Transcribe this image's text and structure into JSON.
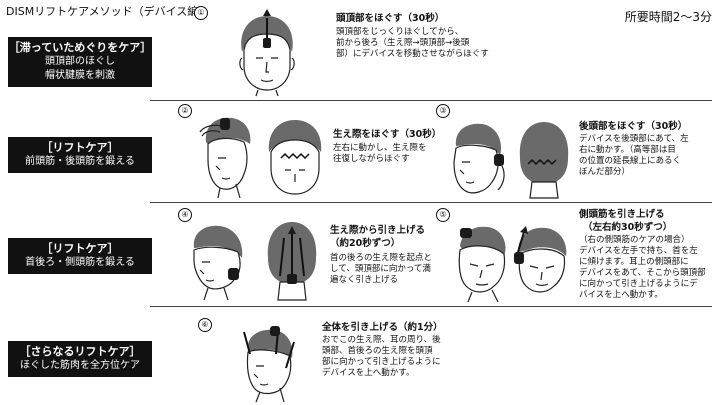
{
  "page_title": "DISMリフトケアメソッド（デバイス編）",
  "duration": "所要時間2〜3分",
  "categories": [
    {
      "title": "［滞っていためぐりをケア］",
      "desc": [
        "頭頂部のほぐし",
        "帽状腱膜を刺激"
      ]
    },
    {
      "title": "［リフトケア］",
      "desc": [
        "前頭筋・後頭筋を鍛える"
      ]
    },
    {
      "title": "［リフトケア］",
      "desc": [
        "首後ろ・側頭筋を鍛える"
      ]
    },
    {
      "title": "［さらなるリフトケア］",
      "desc": [
        "ほぐした筋肉を全方位ケア"
      ]
    }
  ],
  "steps": [
    {
      "num": "①",
      "title": "頭頂部をほぐす（30秒）",
      "desc": [
        "頭頂部をじっくりほぐしてから、",
        "前から後ろ（生え際→頭頂部→後頭",
        "部）にデバイスを移動させながらほぐす"
      ]
    },
    {
      "num": "②",
      "title": "生え際をほぐす（30秒）",
      "desc": [
        "左右に動かし、生え際を",
        "往復しながらほぐす"
      ]
    },
    {
      "num": "③",
      "title": "後頭部をほぐす（30秒）",
      "desc": [
        "デバイスを後頭部にあて、左",
        "右に動かす。（高等部は目",
        "の位置の延長線上にあるく",
        "ぼんだ部分）"
      ]
    },
    {
      "num": "④",
      "title": "生え際から引き上げる",
      "title2": "（約20秒ずつ）",
      "desc": [
        "首の後ろの生え際を起点と",
        "して、頭頂部に向かって満",
        "遍なく引き上げる"
      ]
    },
    {
      "num": "⑤",
      "title": "側頭筋を引き上げる",
      "title2": "（左右約30秒ずつ）",
      "desc": [
        "（右の側頭筋のケアの場合）",
        "デバイスを左手で持ち、首を左",
        "に傾けます。耳上の側頭部に",
        "デバイスをあて、そこから頭頂部",
        "に向かって引き上げるようにデ",
        "バイスを上へ動かす。"
      ]
    },
    {
      "num": "⑥",
      "title": "全体を引き上げる（約1分）",
      "desc": [
        "おでこの生え際、耳の周り、後",
        "頭部、首後ろの生え際を頭頂",
        "部に向かって引き上げるように",
        "デバイスを上へ動かす。"
      ]
    }
  ]
}
